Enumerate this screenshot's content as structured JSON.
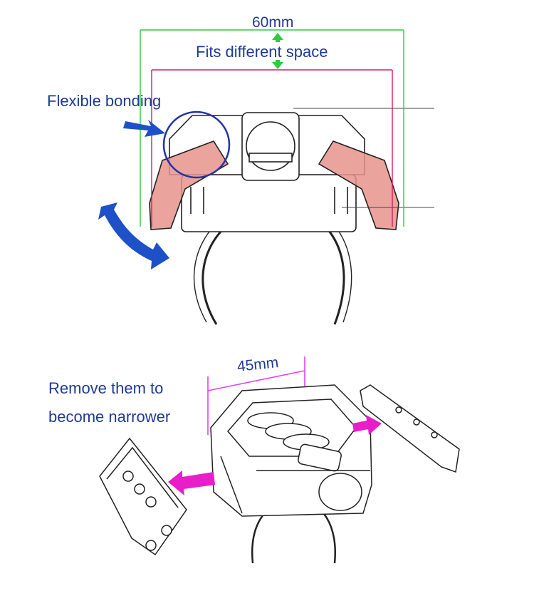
{
  "labels": {
    "width_60": "60mm",
    "fits_space": "Fits different space",
    "flexible_bonding": "Flexible bonding",
    "width_45": "45mm",
    "remove_line1": "Remove them to",
    "remove_line2": "become narrower"
  },
  "colors": {
    "label_text": "#1f3a96",
    "outer_dimension_line": "#2ecc40",
    "inner_dimension_line": "#d81b60",
    "lower_dimension_line": "#e040fb",
    "rotation_arrow": "#1e50c8",
    "removal_arrow": "#e91ec8",
    "flex_highlight": "#e8938c",
    "bonding_circle": "#2233aa"
  },
  "icons": [
    "up-arrow-icon",
    "down-arrow-icon",
    "flex-pointer-arrow-icon",
    "rotation-arrow-icon",
    "removal-arrow-left-icon",
    "removal-arrow-right-icon"
  ]
}
